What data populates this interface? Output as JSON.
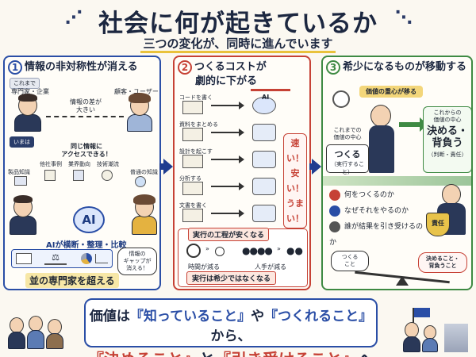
{
  "header": {
    "title": "社会に何が起きているか",
    "subtitle": "三つの変化が、同時に進んでいます"
  },
  "panel1": {
    "num": "1",
    "title": "情報の非対称性が消える",
    "before_tag": "これまで",
    "expert": "専門家・企業",
    "customer": "顧客・ユーザー",
    "gap": "情報の差が\n大きい",
    "now_tag": "いまは",
    "same_info": "同じ情報に\nアクセスできる！",
    "sources": [
      "製品知識",
      "他社事例",
      "業界動向",
      "技術潮流",
      "普通の知識"
    ],
    "ai": "AI",
    "ai_caption": "AIが横断・整理・比較",
    "gap_gone": "情報の\nギャップが\n消える！",
    "beyond": "並の専門家を超える"
  },
  "panel2": {
    "num": "2",
    "title_l1": "つくるコストが",
    "title_l2": "劇的に下がる",
    "tasks": [
      "コードを書く",
      "資料をまとめる",
      "設計を起こす",
      "分析する",
      "文書を書く"
    ],
    "ai": "AI",
    "speed": [
      "速い！",
      "安い！",
      "うまい！"
    ],
    "exec_head": "実行の工程が安くなる",
    "time_less": "時間が減る",
    "hands_less": "人手が減る",
    "exec_foot": "実行は希少ではなくなる"
  },
  "panel3": {
    "num": "3",
    "title": "希少になるものが移動する",
    "value_shift": "価値の重心が移る",
    "old_center": "これまでの\n価値の中心",
    "make": "つくる",
    "make_sub": "（実行すること）",
    "new_center": "これからの\n価値の中心",
    "decide": "決める・\n背負う",
    "decide_sub": "（判断・責任）",
    "questions": [
      "何をつくるのか",
      "なぜそれをやるのか",
      "誰が結果を引き受けるのか"
    ],
    "responsibility": "責任",
    "scale_left": "つくる\nこと",
    "scale_right": "決めること・\n背負うこと"
  },
  "footer": {
    "l1_a": "価値は",
    "l1_b": "『知っていること』",
    "l1_c": "や",
    "l1_d": "『つくれること』",
    "l1_e": "から、",
    "l2_a": "『決めること』",
    "l2_b": "と",
    "l2_c": "『引き受けること』",
    "l2_d": "へ"
  },
  "colors": {
    "blue": "#2a4ea6",
    "red": "#c64135",
    "green": "#3e8a43",
    "navy": "#1c2740"
  }
}
